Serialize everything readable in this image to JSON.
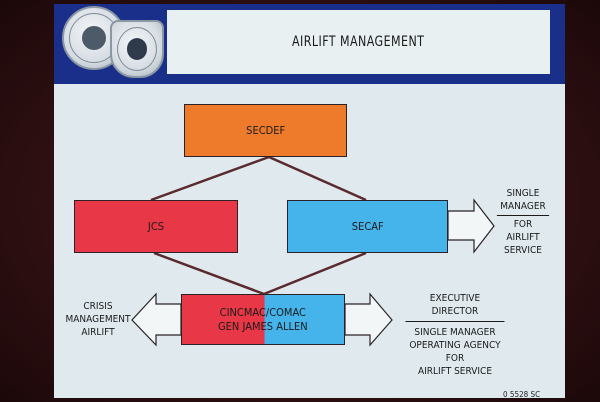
{
  "title": "AIRLIFT MANAGEMENT",
  "boxes": {
    "secdef": "SECDEF",
    "jcs": "JCS",
    "secaf": "SECAF",
    "cinc_line1": "CINCMAC/COMAC",
    "cinc_line2": "GEN JAMES ALLEN"
  },
  "right_upper_note": {
    "line1": "SINGLE",
    "line2": "MANAGER",
    "line3": "FOR",
    "line4": "AIRLIFT",
    "line5": "SERVICE"
  },
  "left_note": {
    "line1": "CRISIS",
    "line2": "MANAGEMENT",
    "line3": "AIRLIFT"
  },
  "right_lower_note": {
    "line1": "EXECUTIVE DIRECTOR",
    "line2": "SINGLE MANAGER",
    "line3": "OPERATING AGENCY",
    "line4": "FOR",
    "line5": "AIRLIFT SERVICE"
  },
  "slide_code": "0 5528 SC",
  "colors": {
    "banner": "#1a2f8a",
    "secdef": "#ee7a2c",
    "jcs": "#e83746",
    "secaf": "#45b4ea",
    "background": "#dfe9ee"
  },
  "icons": [
    "air-force-seal-icon",
    "military-airlift-command-seal-icon"
  ]
}
